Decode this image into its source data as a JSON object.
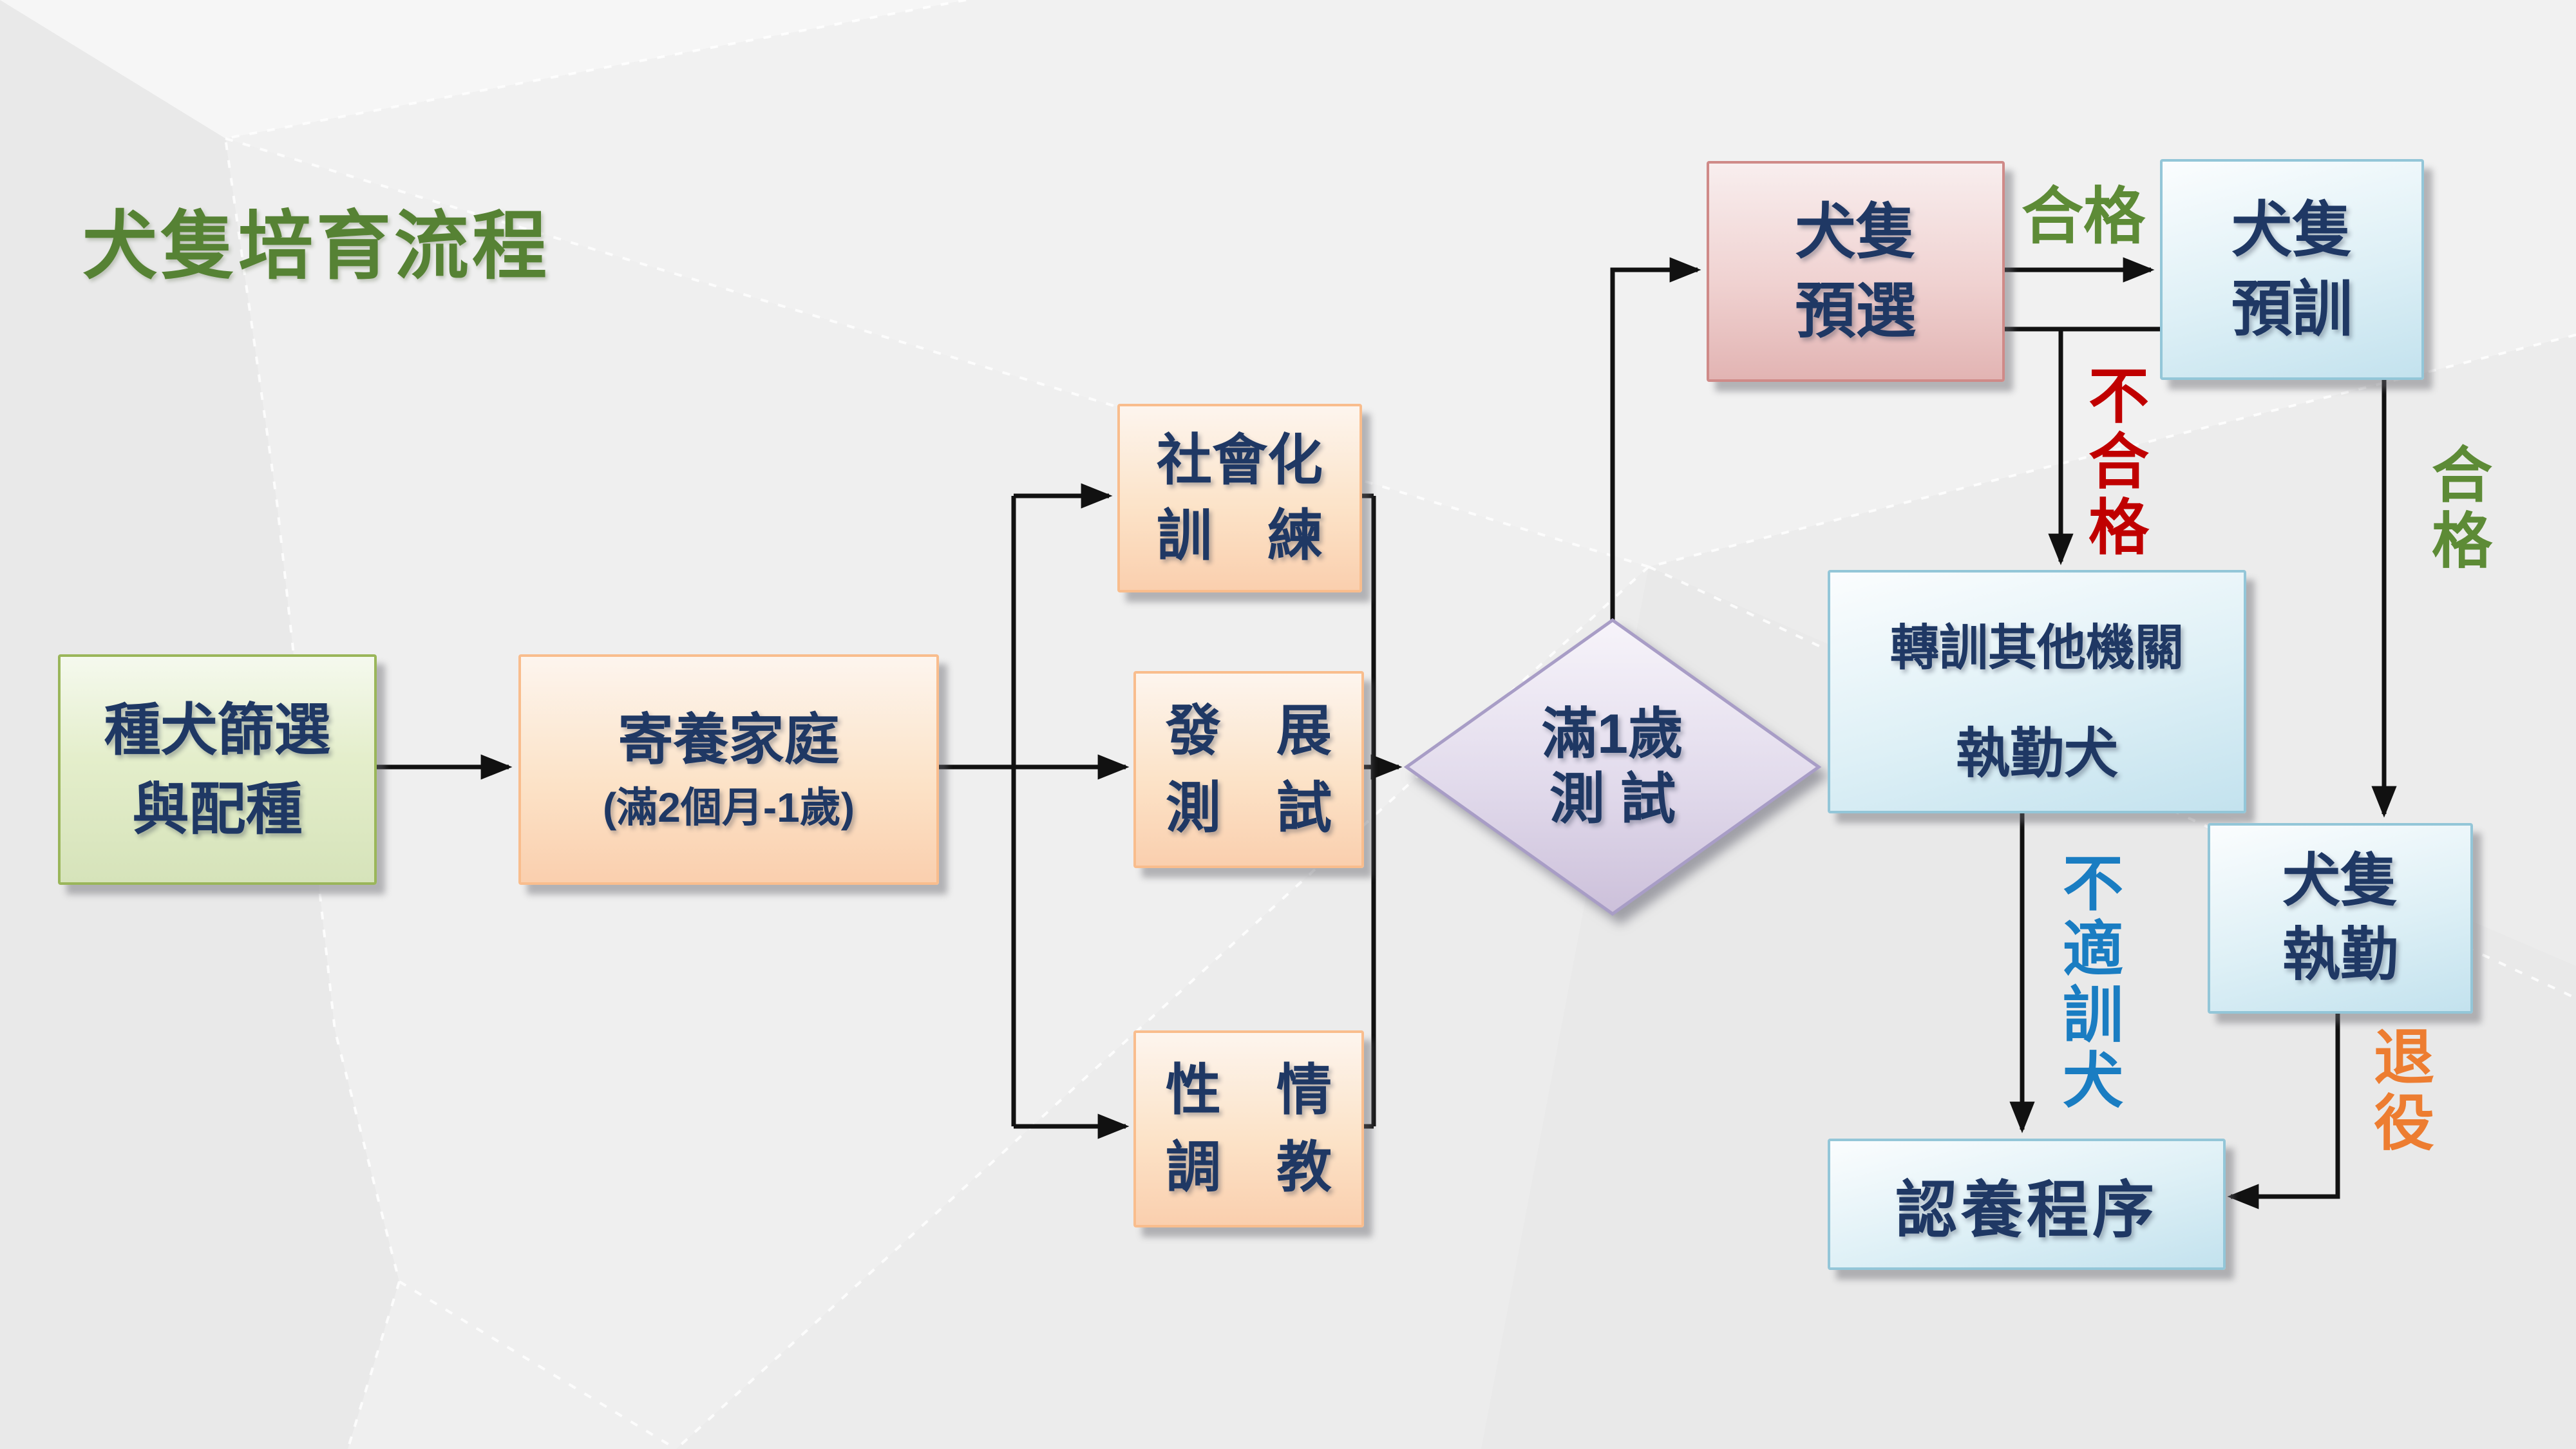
{
  "title": {
    "text": "犬隻培育流程"
  },
  "nodes": {
    "breeding": {
      "line1": "種犬篩選",
      "line2": "與配種"
    },
    "foster": {
      "line1": "寄養家庭",
      "line2": "(滿2個月-1歲)"
    },
    "socialization": {
      "line1": "社會化",
      "line2": "訓　練"
    },
    "development": {
      "line1": "發　展",
      "line2": "測　試"
    },
    "temperament": {
      "line1": "性　情",
      "line2": "調　教"
    },
    "age_test": {
      "line1": "滿1歲",
      "line2": "測 試"
    },
    "preselection": {
      "line1": "犬隻",
      "line2": "預選"
    },
    "pretraining": {
      "line1": "犬隻",
      "line2": "預訓"
    },
    "transfer": {
      "line1": "轉訓其他機關",
      "line2": "執勤犬"
    },
    "duty": {
      "line1": "犬隻",
      "line2": "執勤"
    },
    "adoption": {
      "line1": "認養程序"
    }
  },
  "edge_labels": {
    "qualified_top": {
      "text": "合格",
      "color": "#5d8b36"
    },
    "not_qualified": {
      "text": "不合格",
      "color": "#c00000"
    },
    "qualified_right": {
      "text": "合格",
      "color": "#5d8b36"
    },
    "unfit_for_training": {
      "text": "不適訓犬",
      "color": "#1a7dc2"
    },
    "retired": {
      "text": "退役",
      "color": "#ed7d31"
    }
  },
  "colors": {
    "title": "#568234",
    "node_text": "#1f3864",
    "arrow": "#111111",
    "green_box_border": "#9ab65a",
    "peach_box_border": "#f9bd8d",
    "rose_box_border": "#cf8a88",
    "blue_box_border": "#93c6d8",
    "diamond_border": "#a89dc6",
    "background": "#ececec"
  }
}
